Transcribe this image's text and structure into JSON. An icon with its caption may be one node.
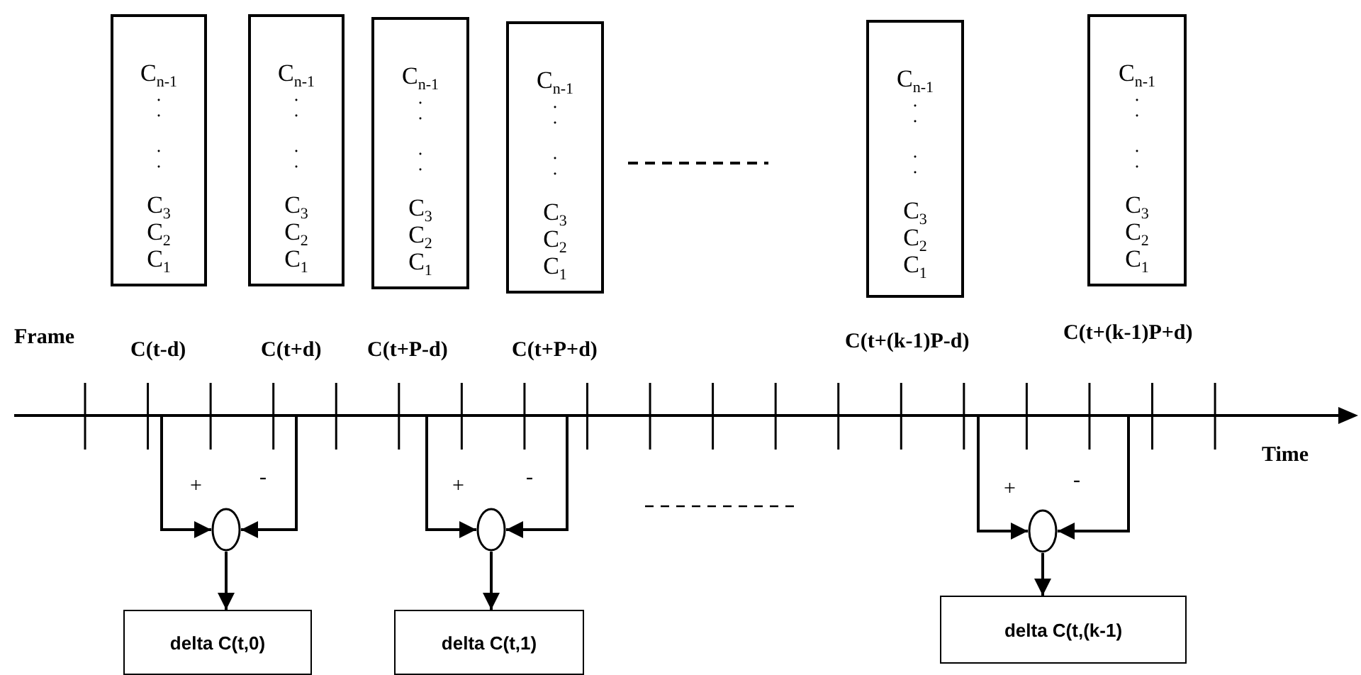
{
  "diagram": {
    "nodes": [
      {
        "text": [
          "C$_{n-1}$",
          ".",
          ".",
          ".",
          ".",
          "C$_{3}$",
          "C$_{2}$",
          "C$_{1}$"
        ]
      },
      {
        "text": [
          "C$_{n-1}$",
          ".",
          ".",
          ".",
          ".",
          "C$_{3}$",
          "C$_{2}$",
          "C$_{1}$"
        ]
      },
      {
        "text": [
          "C$_{n-1}$",
          ".",
          ".",
          ".",
          ".",
          "C$_{3}$",
          "C$_{2}$",
          "C$_{1}$"
        ]
      },
      {
        "text": [
          "C$_{n-1}$",
          ".",
          ".",
          ".",
          ".",
          "C$_{3}$",
          "C$_{2}$",
          "C$_{1}$"
        ]
      },
      {
        "text": [
          "C$_{n-1}$",
          ".",
          ".",
          ".",
          ".",
          "C$_{3}$",
          "C$_{2}$",
          "C$_{1}$"
        ]
      },
      {
        "text": [
          "C$_{n-1}$",
          ".",
          ".",
          ".",
          ".",
          "C$_{3}$",
          "C$_{2}$",
          "C$_{1}$"
        ]
      },
      {
        "text": [],
        "shape": "circle"
      },
      {
        "text": [],
        "shape": "circle"
      },
      {
        "text": [],
        "shape": "circle"
      },
      {
        "text": [
          "delta C(t,0)"
        ]
      },
      {
        "text": [
          "delta C(t,1)"
        ]
      },
      {
        "text": [
          "delta C(t,(k-1)"
        ]
      }
    ],
    "edges": [
      {
        "from": null,
        "to": 6,
        "arrow": "to",
        "label": "+"
      },
      {
        "from": null,
        "to": 6,
        "arrow": "to",
        "label": "-"
      },
      {
        "from": 6,
        "to": 9,
        "arrow": "to"
      },
      {
        "from": null,
        "to": 7,
        "arrow": "to",
        "label": "+"
      },
      {
        "from": null,
        "to": 7,
        "arrow": "to",
        "label": "-"
      },
      {
        "from": 7,
        "to": 10,
        "arrow": "to"
      },
      {
        "from": null,
        "to": 8,
        "arrow": "to",
        "label": "+"
      },
      {
        "from": null,
        "to": 8,
        "arrow": "to",
        "label": "-"
      },
      {
        "from": 8,
        "to": 11,
        "arrow": "to"
      }
    ],
    "labels": [
      "Frame",
      "C(t-d)",
      "C(t+d)",
      "C(t+P-d)",
      "C(t+P+d)",
      "C(t+(k-1)P-d)",
      "C(t+(k-1)P+d)",
      "Time"
    ]
  }
}
